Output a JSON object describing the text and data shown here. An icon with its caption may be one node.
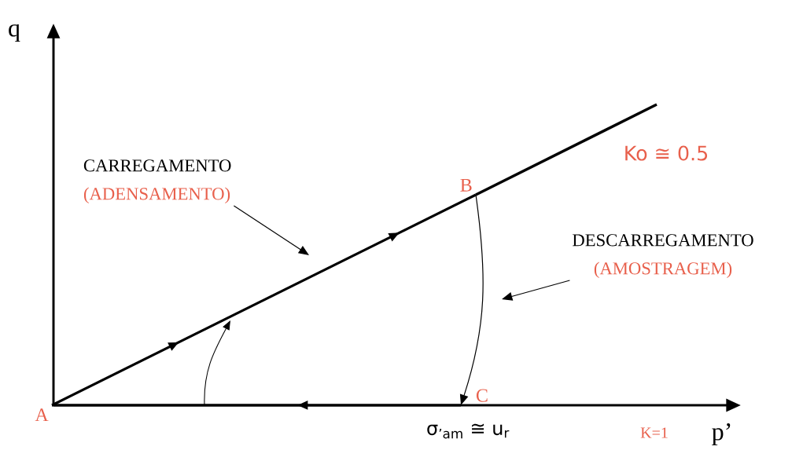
{
  "diagram": {
    "nodes": [
      {
        "text": [
          "A"
        ]
      },
      {
        "text": [
          "B"
        ]
      },
      {
        "text": [
          "C"
        ]
      },
      {
        "text": [
          "CARREGAMENTO",
          "(ADENSAMENTO)"
        ]
      },
      {
        "text": [
          "DESCARREGAMENTO",
          "(AMOSTRAGEM)"
        ]
      }
    ],
    "edges": [
      {
        "from": 0,
        "to": 1,
        "arrow": "to",
        "style": "thick"
      },
      {
        "from": 1,
        "to": 2,
        "arrow": "to"
      },
      {
        "from": 2,
        "to": 0,
        "arrow": "to",
        "style": "thick"
      },
      {
        "from": 3,
        "to": null,
        "arrow": "to"
      },
      {
        "from": 4,
        "to": null,
        "arrow": "to"
      }
    ],
    "labels": [
      "q",
      "Ko ≅ 0.5",
      "σ$_{’am}$ ≅ u$_{r}$",
      "K=1",
      "p’"
    ]
  }
}
